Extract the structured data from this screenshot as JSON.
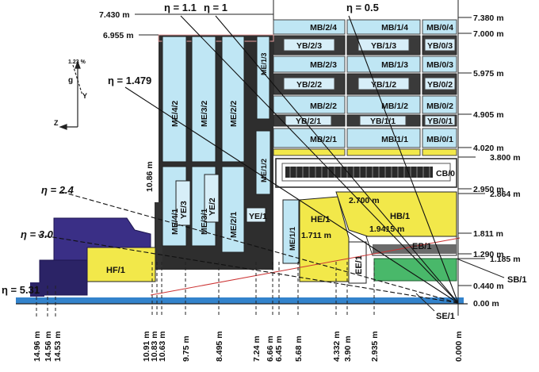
{
  "eta_labels": [
    {
      "text": "η = 1.1"
    },
    {
      "text": "η = 1"
    },
    {
      "text": "η = 0.5"
    },
    {
      "text": "η = 1.479"
    },
    {
      "text": "η = 2.4"
    },
    {
      "text": "η = 3.0"
    },
    {
      "text": "η = 5.31"
    }
  ],
  "right_dims": [
    {
      "text": "7.380 m"
    },
    {
      "text": "7.000 m"
    },
    {
      "text": "5.975 m"
    },
    {
      "text": "4.905 m"
    },
    {
      "text": "4.020 m"
    },
    {
      "text": "3.800 m"
    },
    {
      "text": "2.950 m"
    },
    {
      "text": "2.864 m"
    },
    {
      "text": "1.811 m"
    },
    {
      "text": "1.290 m"
    },
    {
      "text": "1.185 m"
    },
    {
      "text": "0.440 m"
    },
    {
      "text": "0.00 m"
    }
  ],
  "left_dims": [
    {
      "text": "7.430 m"
    },
    {
      "text": "6.955 m"
    },
    {
      "text": "10.86 m"
    }
  ],
  "inner_dims": [
    {
      "text": "2.700 m"
    },
    {
      "text": "1.711 m"
    },
    {
      "text": "1.9415 m"
    }
  ],
  "bottom_dims": [
    {
      "text": "14.96 m"
    },
    {
      "text": "14.56 m"
    },
    {
      "text": "14.53 m"
    },
    {
      "text": "10.91 m"
    },
    {
      "text": "10.83 m"
    },
    {
      "text": "10.63 m"
    },
    {
      "text": "9.75 m"
    },
    {
      "text": "8.495 m"
    },
    {
      "text": "7.24 m"
    },
    {
      "text": "6.66 m"
    },
    {
      "text": "6.45 m"
    },
    {
      "text": "5.68 m"
    },
    {
      "text": "4.332 m"
    },
    {
      "text": "3.90 m"
    },
    {
      "text": "2.935 m"
    },
    {
      "text": "0.000 m"
    }
  ],
  "barrel_labels": [
    {
      "text": "MB/2/4"
    },
    {
      "text": "MB/1/4"
    },
    {
      "text": "MB/0/4"
    },
    {
      "text": "YB/2/3"
    },
    {
      "text": "YB/1/3"
    },
    {
      "text": "YB/0/3"
    },
    {
      "text": "MB/2/3"
    },
    {
      "text": "MB/1/3"
    },
    {
      "text": "MB/0/3"
    },
    {
      "text": "YB/2/2"
    },
    {
      "text": "YB/1/2"
    },
    {
      "text": "YB/0/2"
    },
    {
      "text": "MB/2/2"
    },
    {
      "text": "MB/1/2"
    },
    {
      "text": "MB/0/2"
    },
    {
      "text": "YB/2/1"
    },
    {
      "text": "YB/1/1"
    },
    {
      "text": "YB/0/1"
    },
    {
      "text": "MB/2/1"
    },
    {
      "text": "MB/1/1"
    },
    {
      "text": "MB/0/1"
    },
    {
      "text": "CB/0"
    }
  ],
  "endcap_labels": [
    {
      "text": "ME/4/2"
    },
    {
      "text": "ME/3/2"
    },
    {
      "text": "ME/2/2"
    },
    {
      "text": "ME/1/3"
    },
    {
      "text": "YE/3"
    },
    {
      "text": "YE/2"
    },
    {
      "text": "ME/1/2"
    },
    {
      "text": "ME/4/1"
    },
    {
      "text": "ME/3/1"
    },
    {
      "text": "ME/2/1"
    },
    {
      "text": "YE/1"
    },
    {
      "text": "ME/1/1"
    }
  ],
  "inner_labels": [
    {
      "text": "HE/1"
    },
    {
      "text": "HB/1"
    },
    {
      "text": "EB/1"
    },
    {
      "text": "EE/1"
    },
    {
      "text": "HF/1"
    },
    {
      "text": "SB/1"
    },
    {
      "text": "SE/1"
    }
  ],
  "axis_labels": [
    {
      "text": "1.23 %"
    },
    {
      "text": "g"
    },
    {
      "text": "Y"
    },
    {
      "text": "Z"
    }
  ]
}
